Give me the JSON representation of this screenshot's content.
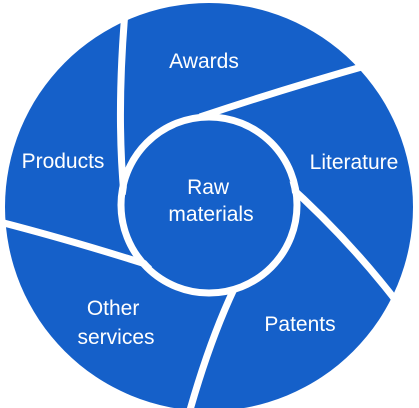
{
  "diagram": {
    "center_label_lines": [
      "Raw",
      "materials"
    ],
    "segments": [
      {
        "label_lines": [
          "Awards"
        ]
      },
      {
        "label_lines": [
          "Literature"
        ]
      },
      {
        "label_lines": [
          "Patents"
        ]
      },
      {
        "label_lines": [
          "Other",
          "services"
        ]
      },
      {
        "label_lines": [
          "Products"
        ]
      }
    ]
  },
  "colors": {
    "segment_fill": "#1560c9",
    "gap": "#ffffff",
    "text": "#ffffff"
  }
}
